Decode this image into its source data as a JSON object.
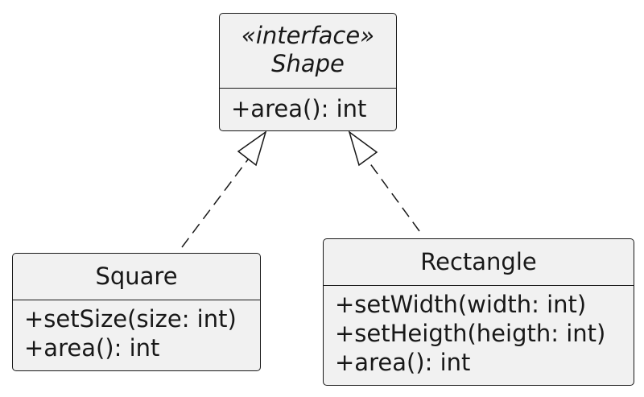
{
  "classes": {
    "shape": {
      "stereotype": "«interface»",
      "name": "Shape",
      "members": [
        "+area(): int"
      ]
    },
    "square": {
      "name": "Square",
      "members": [
        "+setSize(size: int)",
        "+area(): int"
      ]
    },
    "rectangle": {
      "name": "Rectangle",
      "members": [
        "+setWidth(width: int)",
        "+setHeigth(heigth: int)",
        "+area(): int"
      ]
    }
  },
  "relations": [
    {
      "from": "Square",
      "to": "Shape",
      "type": "realization"
    },
    {
      "from": "Rectangle",
      "to": "Shape",
      "type": "realization"
    }
  ],
  "colors": {
    "class_fill": "#f1f1f1",
    "stroke": "#181818",
    "background": "#ffffff"
  }
}
